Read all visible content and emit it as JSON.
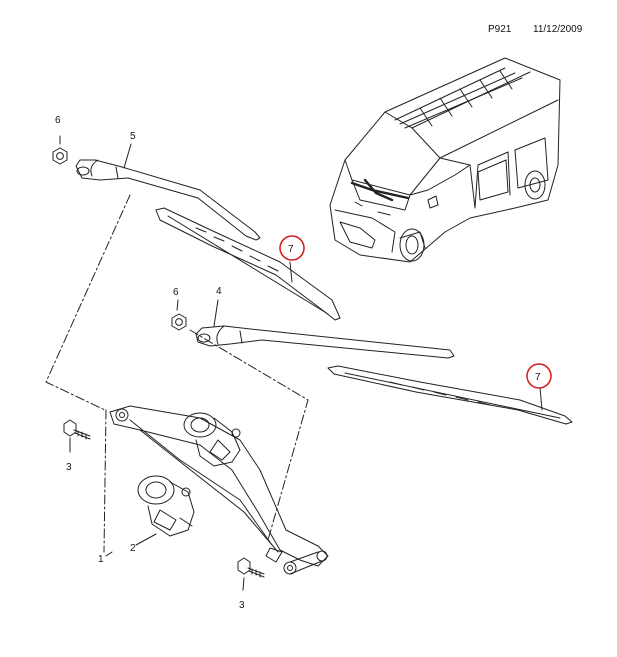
{
  "header": {
    "page_code": "P921",
    "date": "11/12/2009"
  },
  "callouts": [
    {
      "id": "c6a",
      "text": "6",
      "highlighted": false
    },
    {
      "id": "c5",
      "text": "5",
      "highlighted": false
    },
    {
      "id": "c7a",
      "text": "7",
      "highlighted": true
    },
    {
      "id": "c6b",
      "text": "6",
      "highlighted": false
    },
    {
      "id": "c4",
      "text": "4",
      "highlighted": false
    },
    {
      "id": "c7b",
      "text": "7",
      "highlighted": true
    },
    {
      "id": "c3a",
      "text": "3",
      "highlighted": false
    },
    {
      "id": "c1",
      "text": "1",
      "highlighted": false
    },
    {
      "id": "c2",
      "text": "2",
      "highlighted": false
    },
    {
      "id": "c3b",
      "text": "3",
      "highlighted": false
    }
  ],
  "icons": [
    "van-icon",
    "wiper-arm-icon",
    "wiper-blade-icon",
    "nut-icon",
    "bolt-icon",
    "wiper-motor-icon",
    "wiper-linkage-icon"
  ],
  "colors": {
    "line": "#222222",
    "highlight": "#d42020",
    "background": "#ffffff"
  }
}
